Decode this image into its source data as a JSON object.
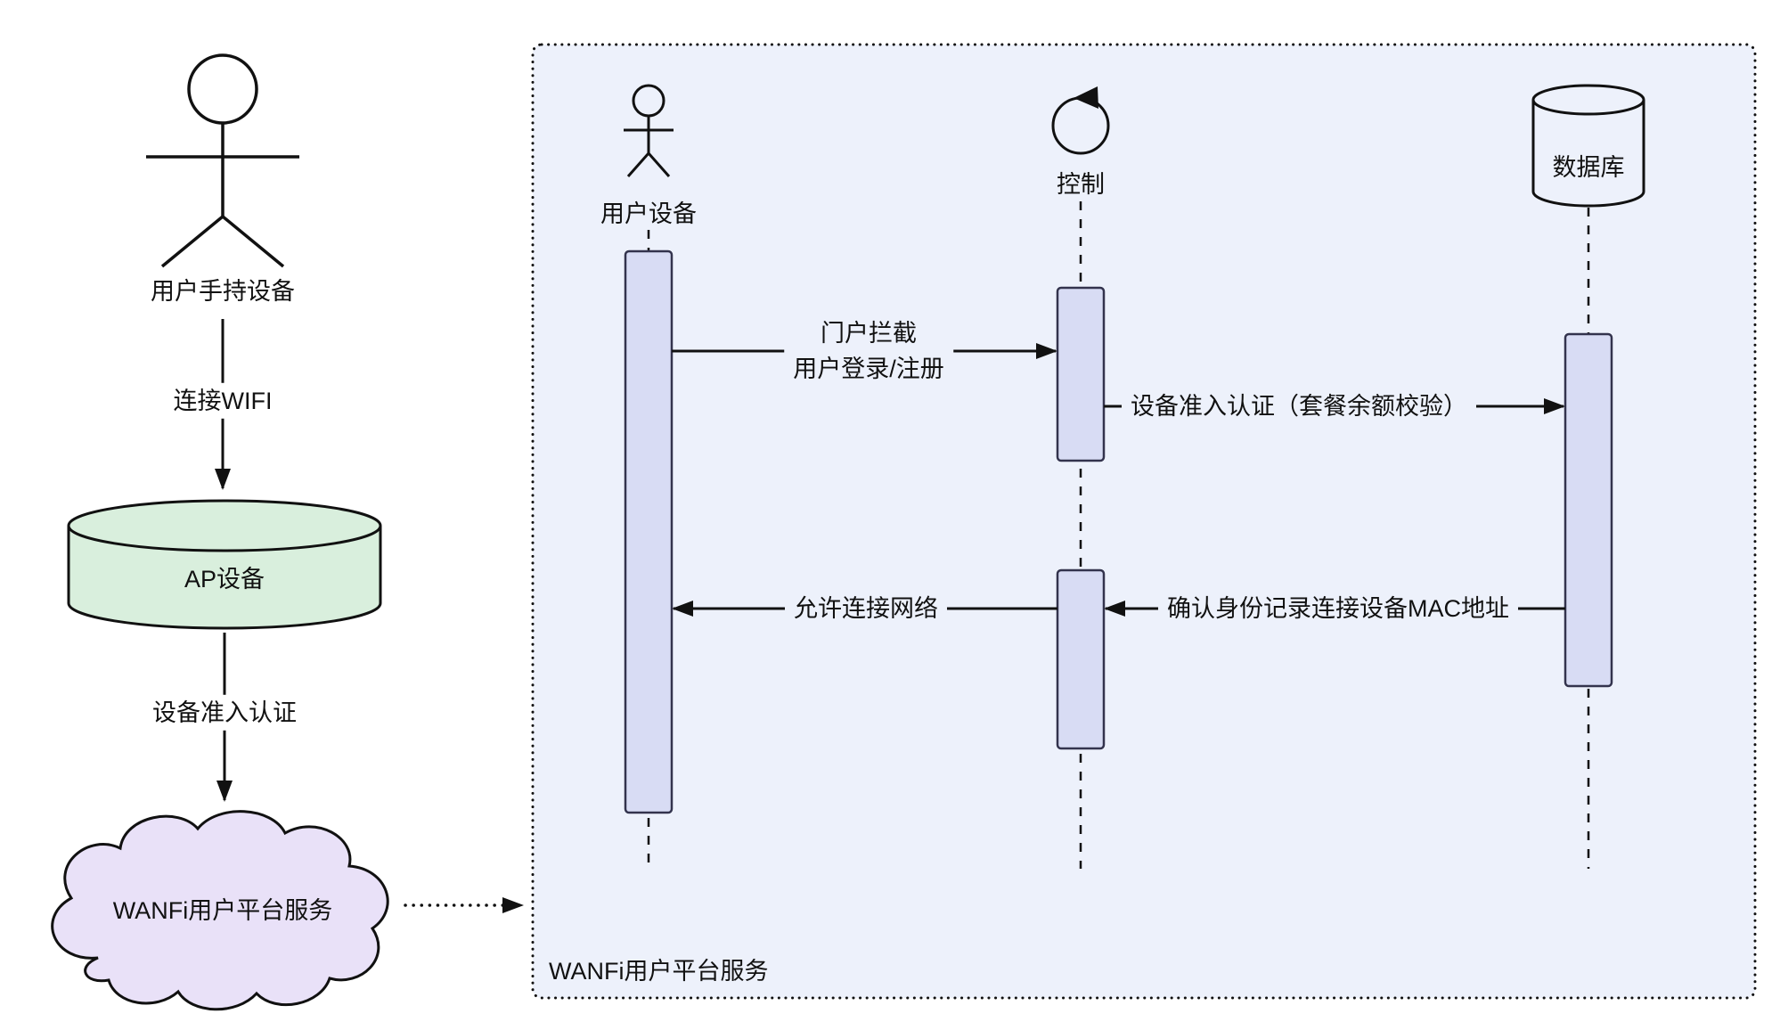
{
  "colors": {
    "frame_bg": "#edf1fb",
    "activation_fill": "#d8dcf4",
    "ap_cylinder_fill": "#d9efdd",
    "cloud_fill": "#e9e1f8",
    "line": "#111111"
  },
  "left_flow": {
    "actor_label": "用户手持设备",
    "edges": [
      {
        "label": "连接WIFI"
      },
      {
        "label": "设备准入认证"
      }
    ],
    "ap_node": "AP设备",
    "cloud_node": "WANFi用户平台服务"
  },
  "sequence_frame": {
    "label": "WANFi用户平台服务",
    "participants": [
      {
        "name": "用户设备",
        "icon": "actor-icon"
      },
      {
        "name": "控制",
        "icon": "control-icon"
      },
      {
        "name": "数据库",
        "icon": "database-icon"
      }
    ],
    "messages": [
      {
        "line1": "门户拦截",
        "line2": "用户登录/注册",
        "from": "用户设备",
        "to": "控制"
      },
      {
        "line1": "设备准入认证（套餐余额校验）",
        "from": "控制",
        "to": "数据库"
      },
      {
        "line1": "确认身份记录连接设备MAC地址",
        "from": "数据库",
        "to": "控制"
      },
      {
        "line1": "允许连接网络",
        "from": "控制",
        "to": "用户设备"
      }
    ]
  }
}
